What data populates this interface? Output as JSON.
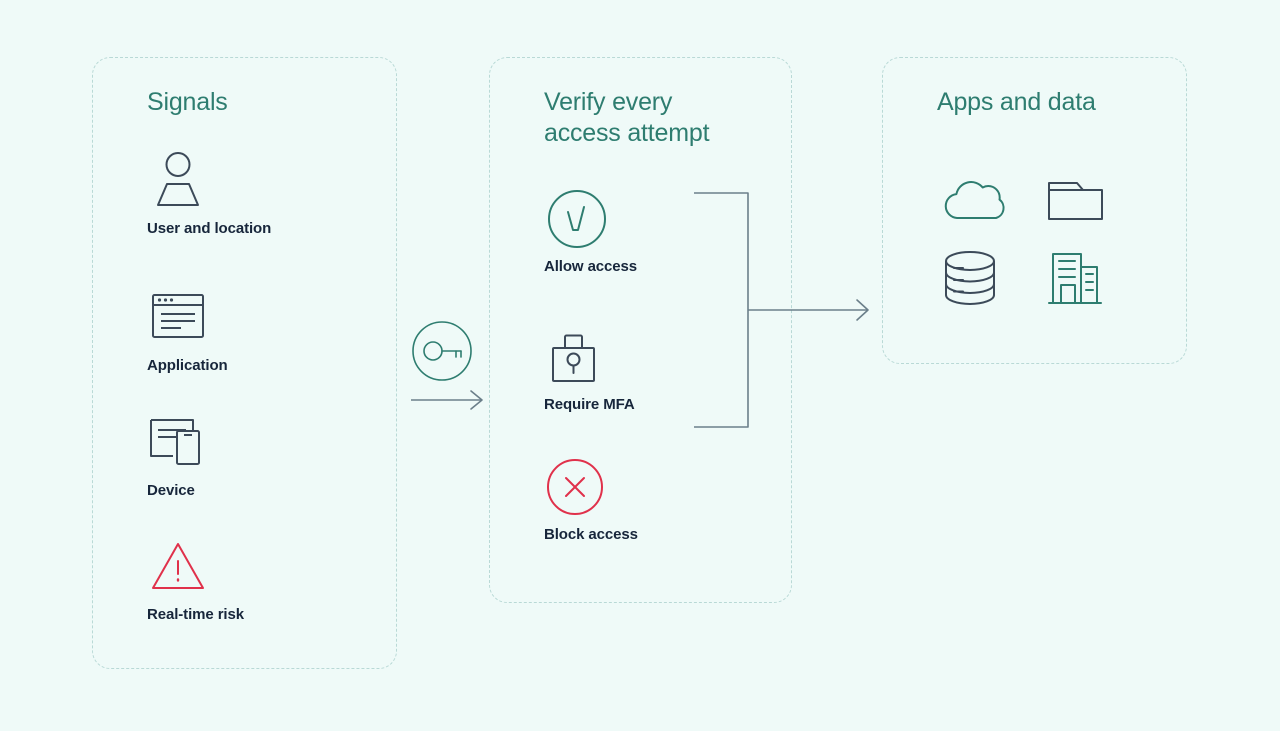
{
  "meta": {
    "background_color": "#effaf8",
    "heading_color": "#2e7d70",
    "label_color": "#17263b",
    "panel_border_color": "#b9d9d6",
    "line_color": "#6b7f8a",
    "icon_dark_color": "#3c4a59",
    "icon_teal_color": "#2e7d70",
    "icon_red_color": "#e0314b"
  },
  "panels": {
    "signals": {
      "title": "Signals",
      "items": [
        {
          "label": "User and location",
          "icon": "user-location-icon"
        },
        {
          "label": "Application",
          "icon": "application-window-icon"
        },
        {
          "label": "Device",
          "icon": "device-icon"
        },
        {
          "label": "Real-time risk",
          "icon": "warning-triangle-icon"
        }
      ]
    },
    "verify": {
      "title": "Verify every\naccess attempt",
      "items": [
        {
          "label": "Allow access",
          "icon": "check-circle-icon"
        },
        {
          "label": "Require MFA",
          "icon": "padlock-icon"
        },
        {
          "label": "Block access",
          "icon": "block-circle-icon"
        }
      ]
    },
    "apps": {
      "title": "Apps and data",
      "items": [
        {
          "icon": "cloud-icon"
        },
        {
          "icon": "folder-icon"
        },
        {
          "icon": "database-icon"
        },
        {
          "icon": "building-icon"
        }
      ]
    }
  },
  "connectors": {
    "key_badge": {
      "icon": "key-circle-icon"
    },
    "arrow_left": {
      "icon": "arrow-right-icon"
    },
    "bracket_arrow": {
      "icon": "bracket-arrow-right-icon"
    }
  }
}
